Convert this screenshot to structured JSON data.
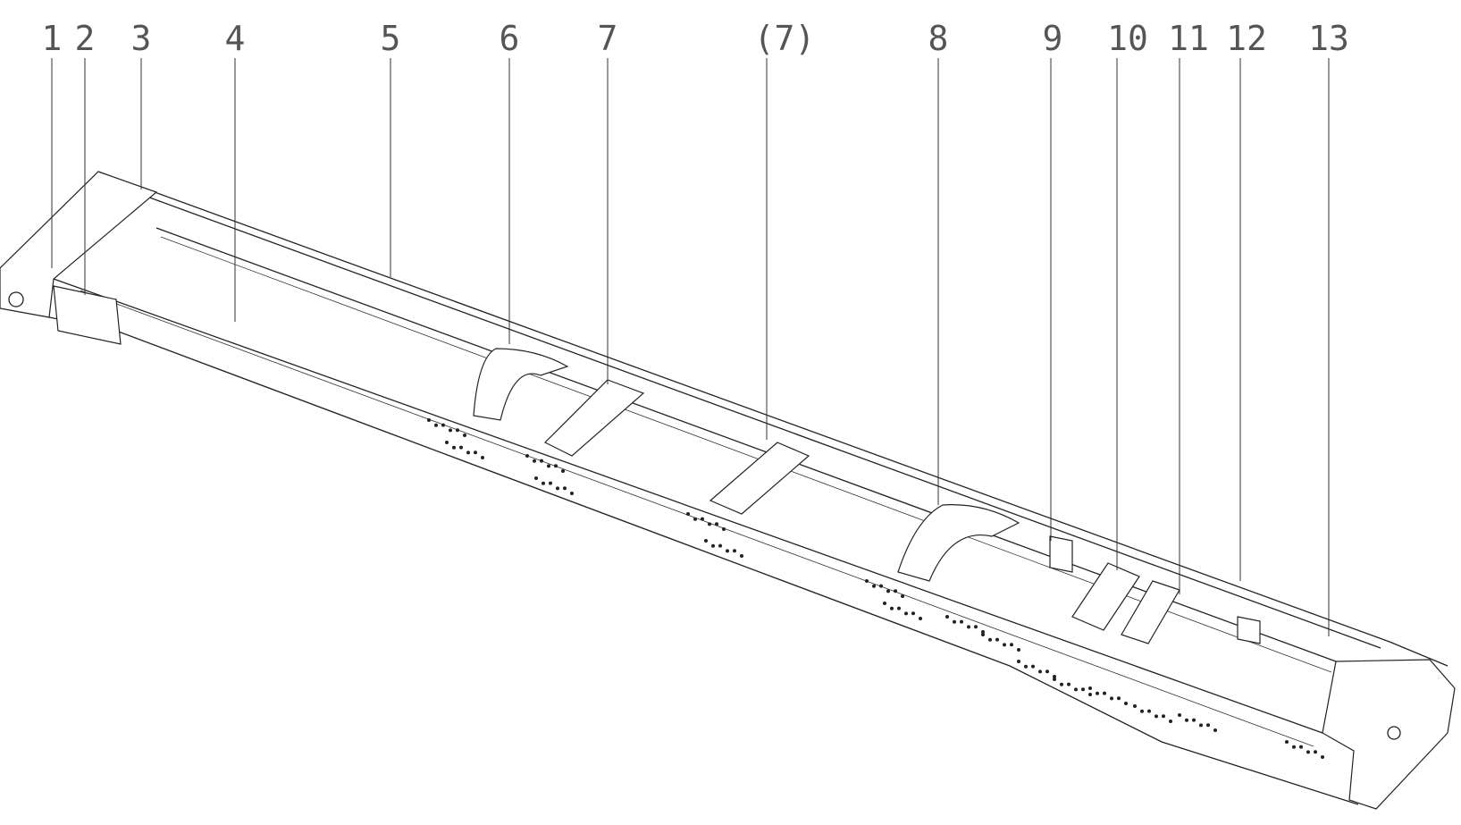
{
  "diagram": {
    "subject": "truck-chassis-frame",
    "callouts": [
      "1",
      "2",
      "3",
      "4",
      "5",
      "6",
      "7",
      "(7)",
      "8",
      "9",
      "10",
      "11",
      "12",
      "13"
    ]
  }
}
